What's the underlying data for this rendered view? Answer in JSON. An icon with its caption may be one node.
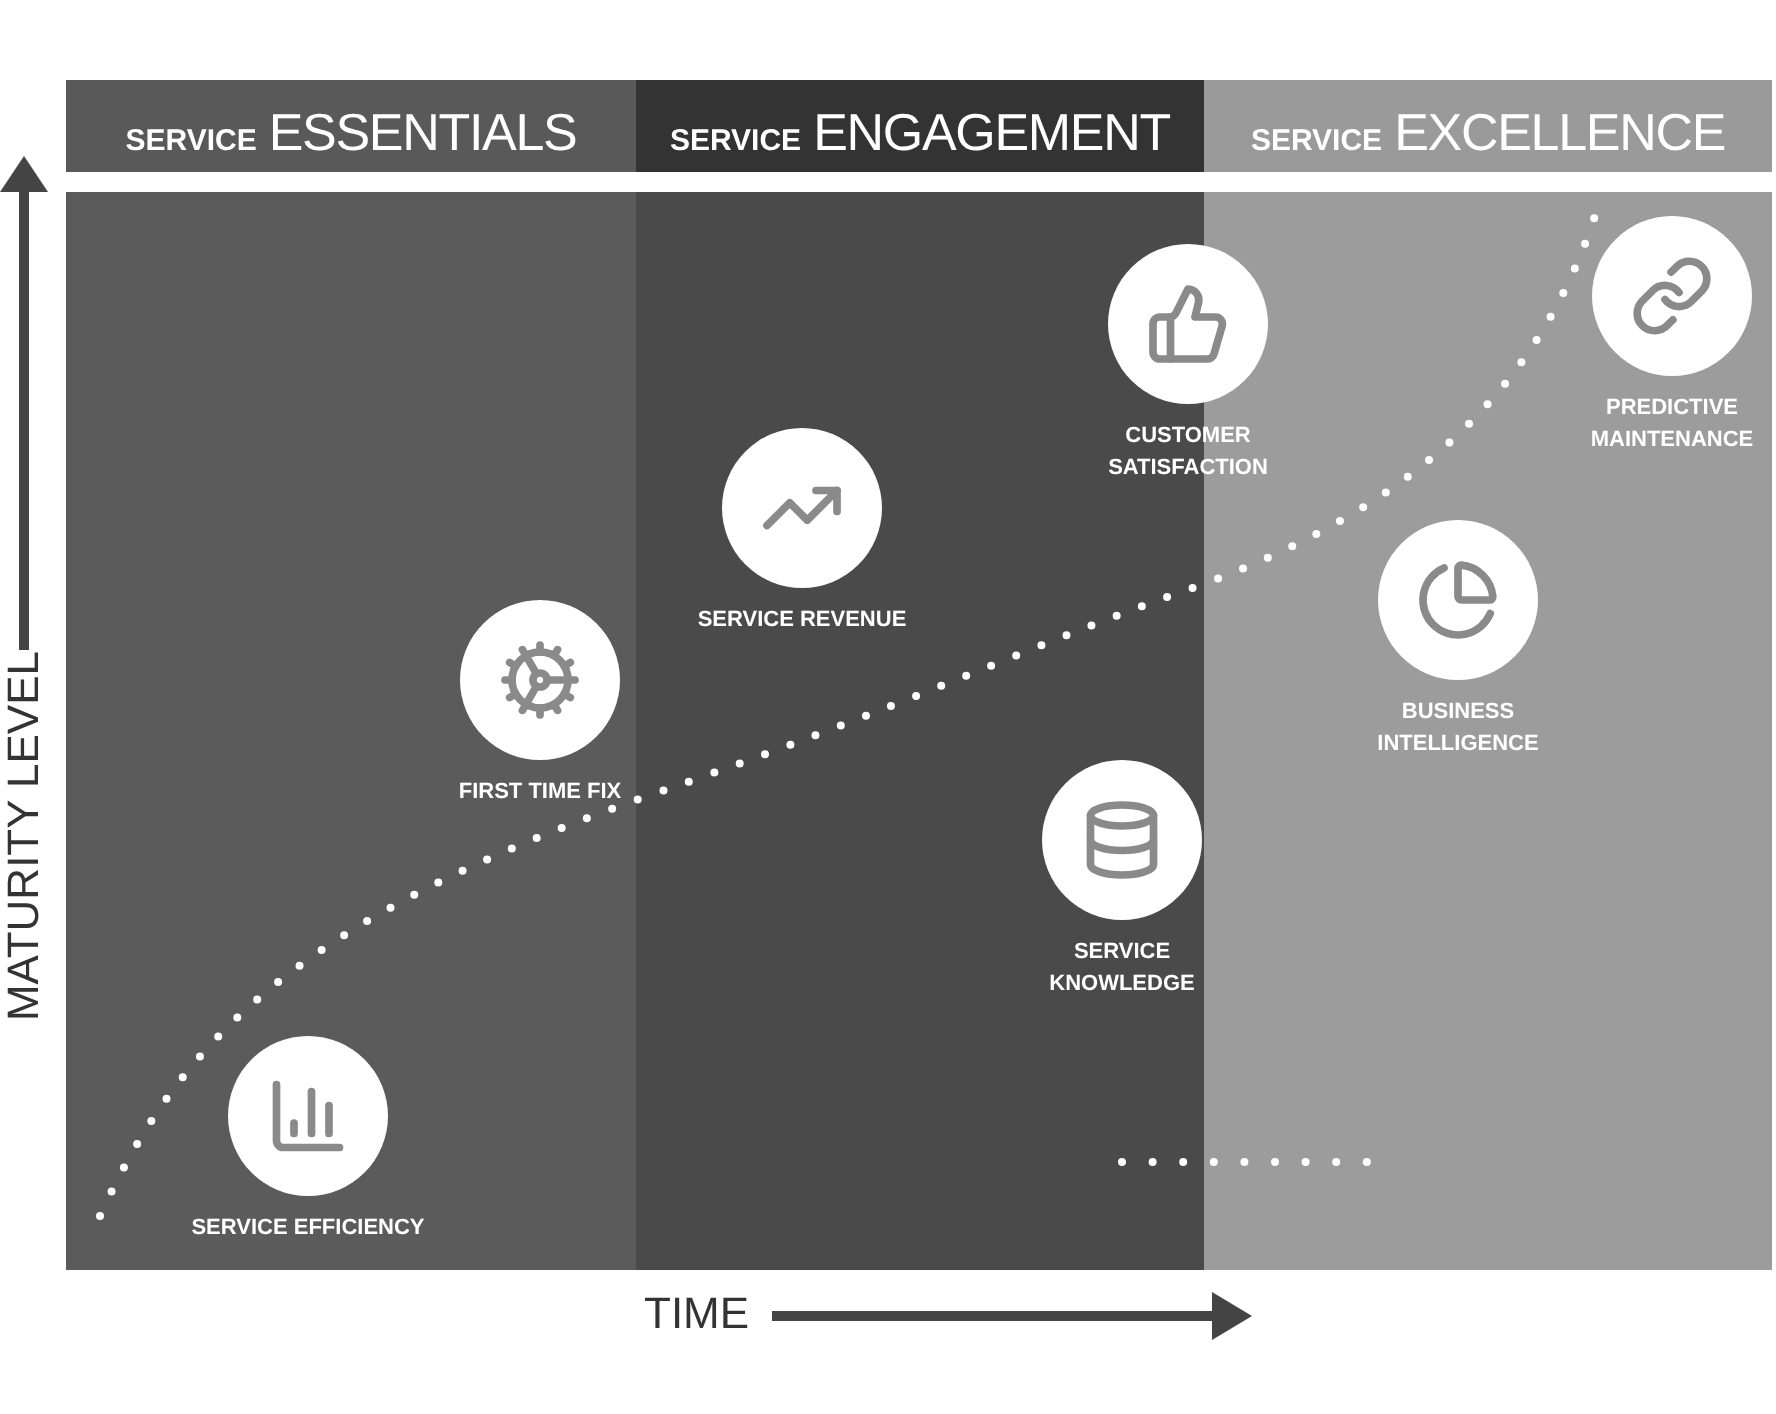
{
  "diagram": {
    "nodes": [
      {
        "text": [
          "SERVICE",
          "ESSENTIALS"
        ]
      },
      {
        "text": [
          "SERVICE",
          "ENGAGEMENT"
        ]
      },
      {
        "text": [
          "SERVICE",
          "EXCELLENCE"
        ]
      },
      {
        "text": [
          "SERVICE EFFICIENCY"
        ]
      },
      {
        "text": [
          "FIRST TIME FIX"
        ]
      },
      {
        "text": [
          "SERVICE REVENUE"
        ]
      },
      {
        "text": [
          "CUSTOMER SATISFACTION"
        ]
      },
      {
        "text": [
          "SERVICE KNOWLEDGE"
        ]
      },
      {
        "text": [
          "BUSINESS INTELLIGENCE"
        ]
      },
      {
        "text": [
          "PREDICTIVE MAINTENANCE"
        ]
      }
    ],
    "edges": [],
    "labels": [
      "MATURITY LEVEL",
      "TIME"
    ]
  }
}
